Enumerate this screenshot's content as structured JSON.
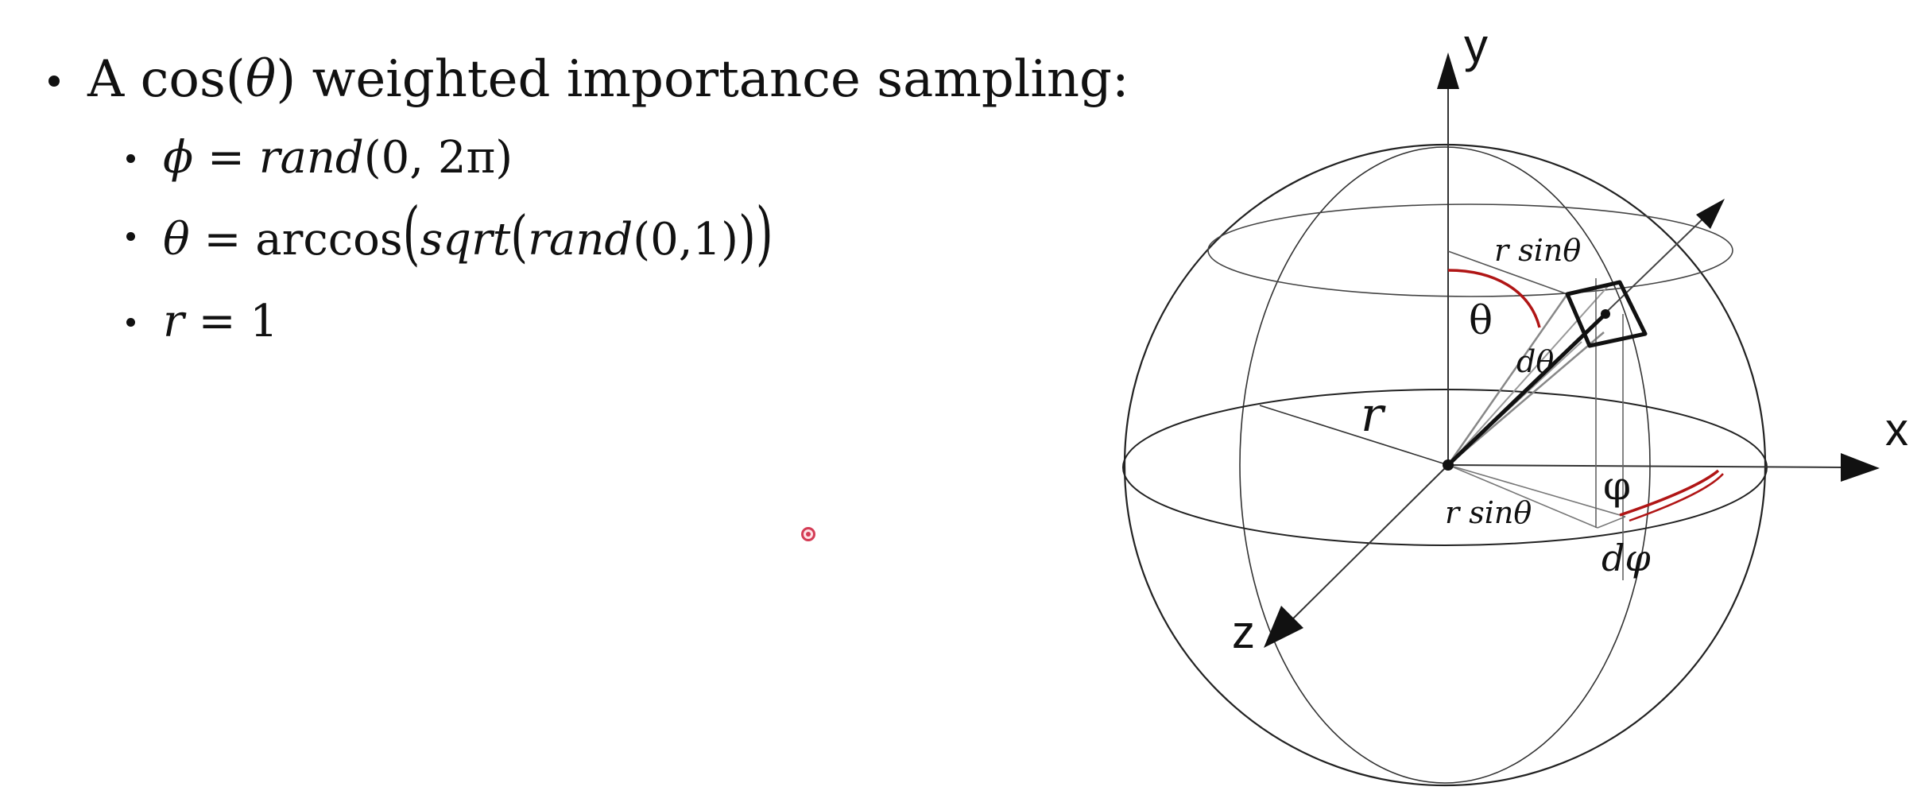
{
  "bullets": {
    "main_prefix": "A cos(",
    "main_theta": "θ",
    "main_suffix": ") weighted importance sampling:",
    "sub1": {
      "var": "ϕ",
      "eq": " = ",
      "func": "rand",
      "args": "(0, 2π)"
    },
    "sub2": {
      "var": "θ",
      "eq": " = arccos",
      "open_big": "(",
      "func1": "sqrt",
      "open_mid": "(",
      "func2": "rand",
      "args": "(0,1)",
      "close_mid": ")",
      "close_big": ")"
    },
    "sub3": {
      "var": "r",
      "eq": " = 1"
    }
  },
  "diagram": {
    "axis_y": "y",
    "axis_x": "x",
    "axis_z": "z",
    "radius_label": "r",
    "theta_label": "θ",
    "dtheta_label": "dθ",
    "phi_label": "φ",
    "dphi_label": "dφ",
    "rsin_top": "r sinθ",
    "rsin_bottom": "r sinθ",
    "arc_color": "#b01515",
    "line_color": "#111111"
  },
  "overlay": {
    "pointer": "red-laser-pointer-icon"
  }
}
